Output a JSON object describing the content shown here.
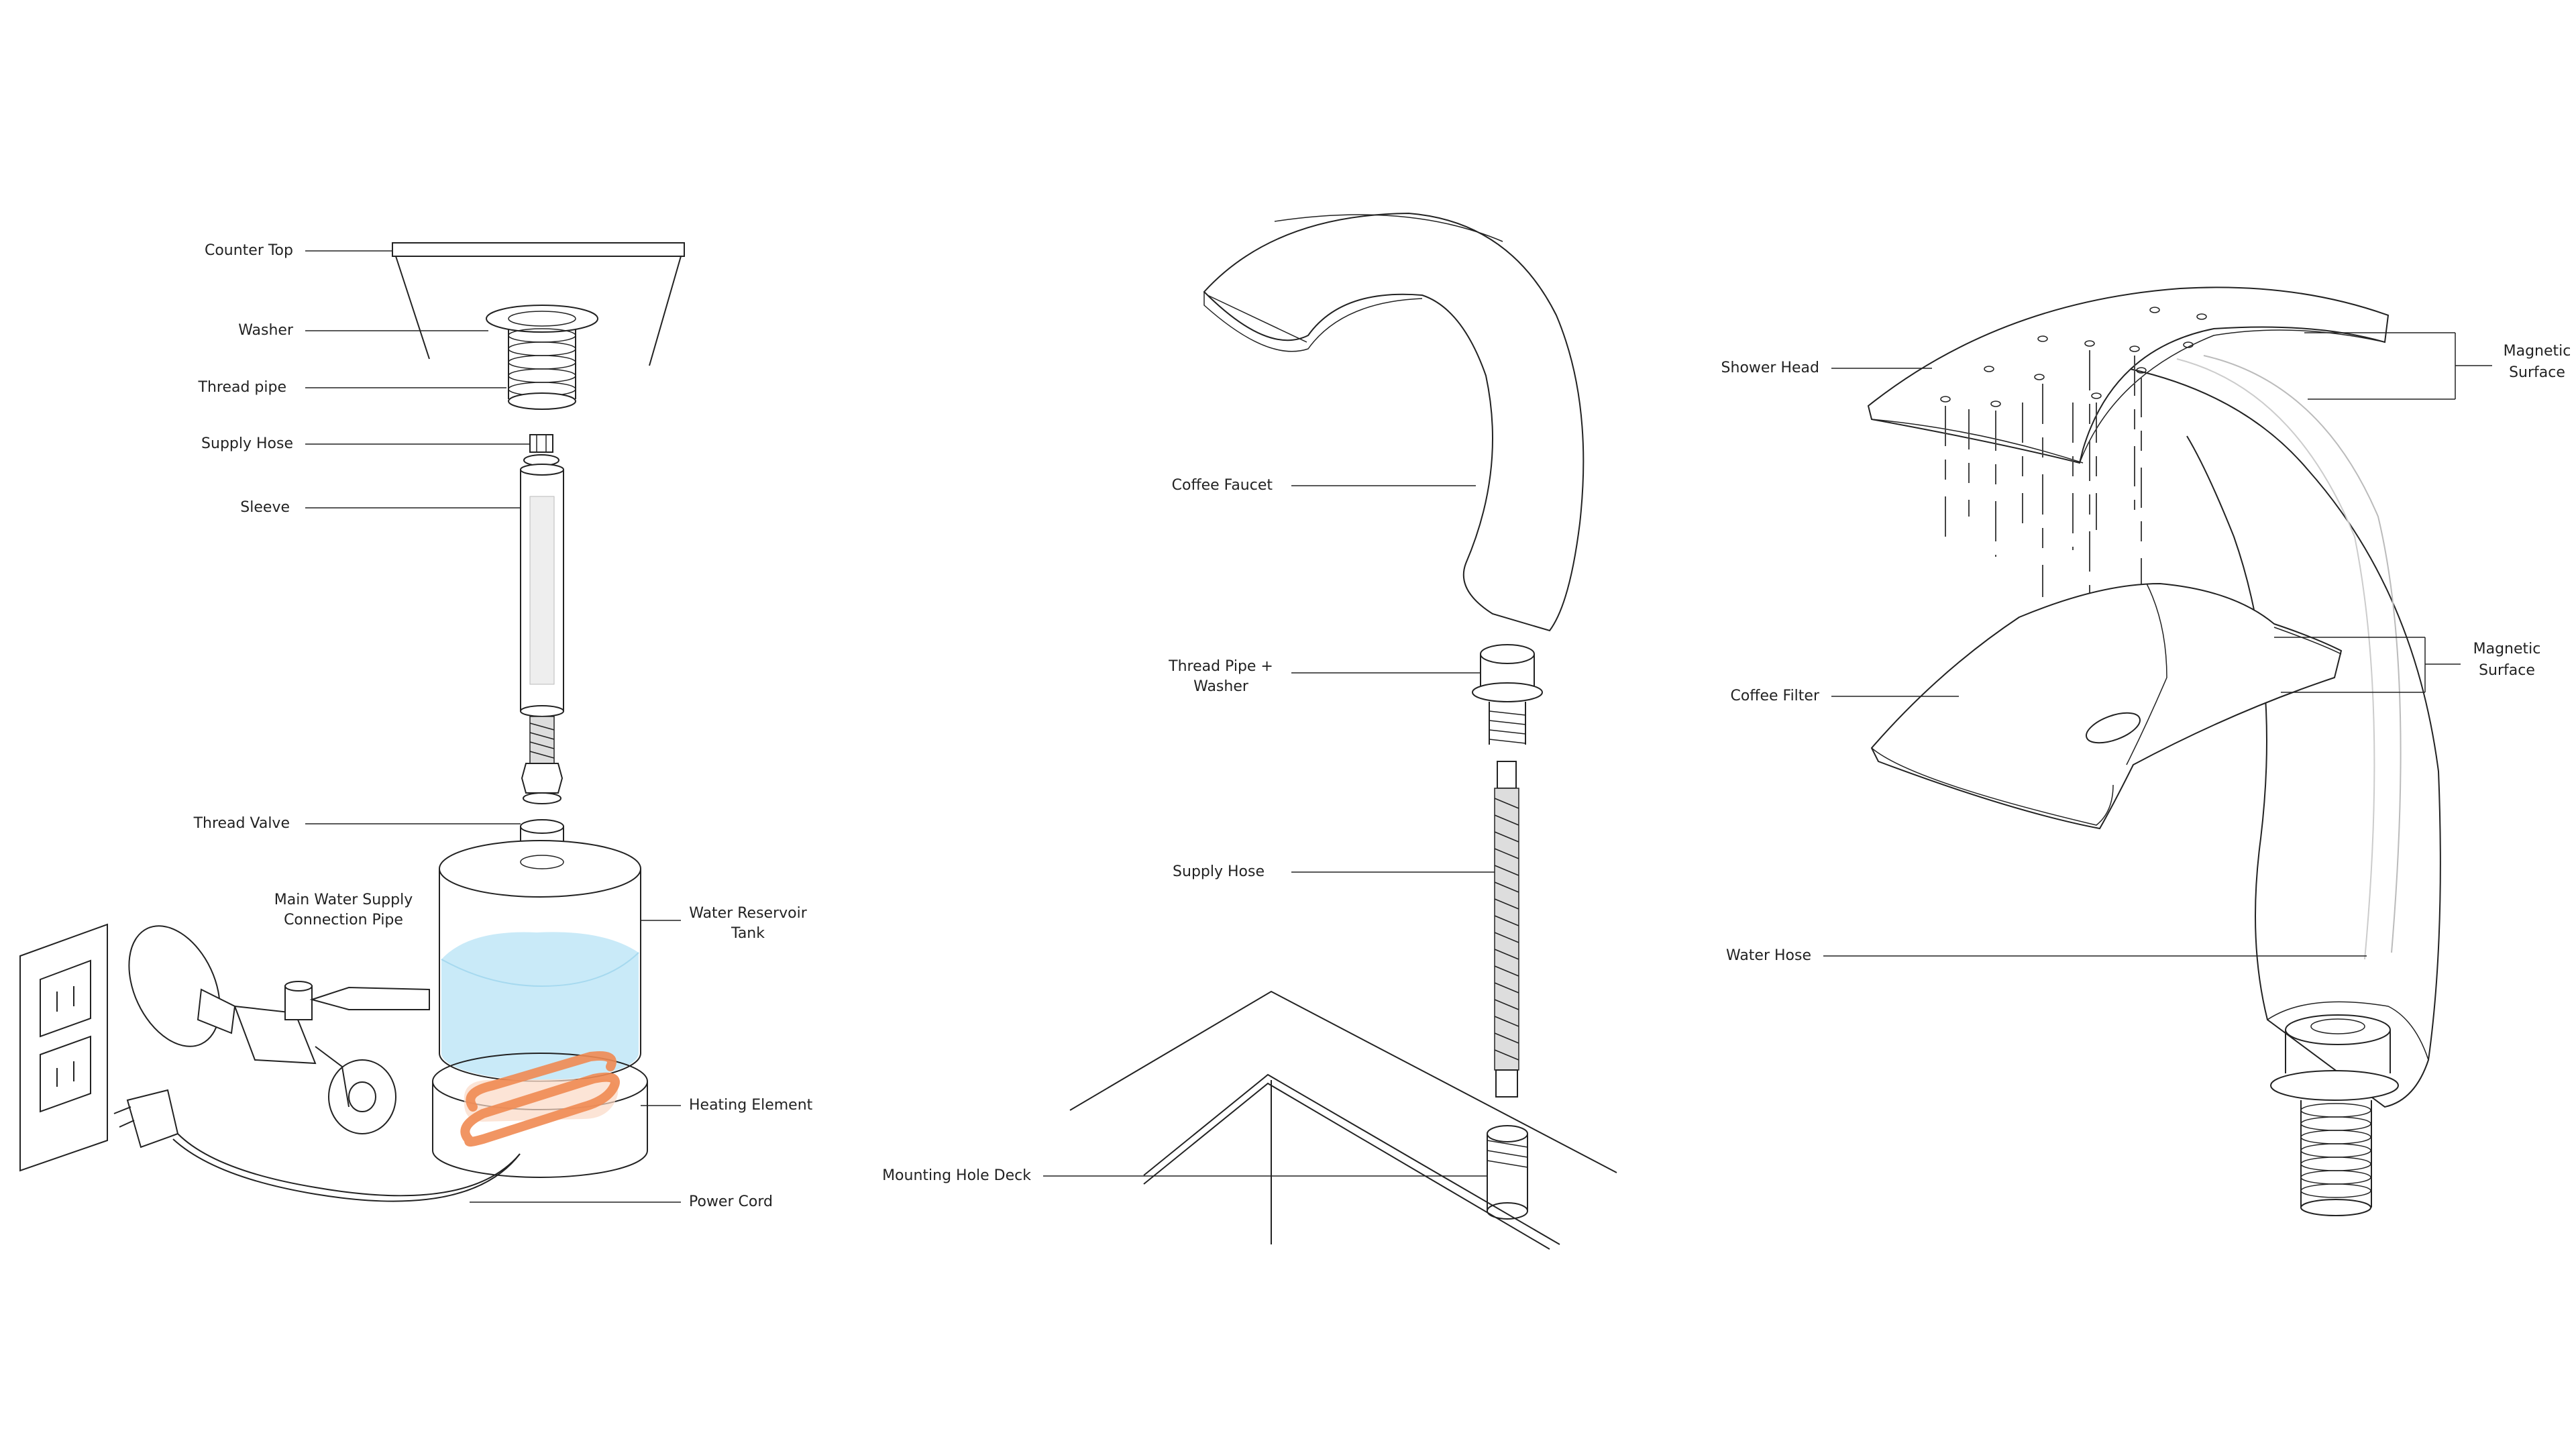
{
  "panels": {
    "water_heater": {
      "labels": {
        "counter_top": "Counter Top",
        "washer": "Washer",
        "thread_pipe": "Thread pipe",
        "supply_hose": "Supply Hose",
        "sleeve": "Sleeve",
        "thread_valve": "Thread Valve",
        "main_water_supply_1": "Main Water Supply",
        "main_water_supply_2": "Connection Pipe",
        "water_reservoir_1": "Water Reservoir",
        "water_reservoir_2": "Tank",
        "heating_element": "Heating Element",
        "power_cord": "Power Cord"
      }
    },
    "faucet_assembly": {
      "labels": {
        "coffee_faucet": "Coffee Faucet",
        "thread_pipe_washer_1": "Thread Pipe +",
        "thread_pipe_washer_2": "Washer",
        "supply_hose": "Supply Hose",
        "mounting_hole_deck": "Mounting Hole Deck"
      }
    },
    "faucet_detail": {
      "labels": {
        "shower_head": "Shower Head",
        "magnetic_surface_top_1": "Magnetic",
        "magnetic_surface_top_2": "Surface",
        "coffee_filter": "Coffee Filter",
        "magnetic_surface_bottom_1": "Magnetic",
        "magnetic_surface_bottom_2": "Surface",
        "water_hose": "Water Hose"
      }
    }
  },
  "colors": {
    "line": "#222222",
    "water": "#bfe6f7",
    "heating_coil": "#f08a52",
    "heating_glow": "#fbd9c4"
  }
}
